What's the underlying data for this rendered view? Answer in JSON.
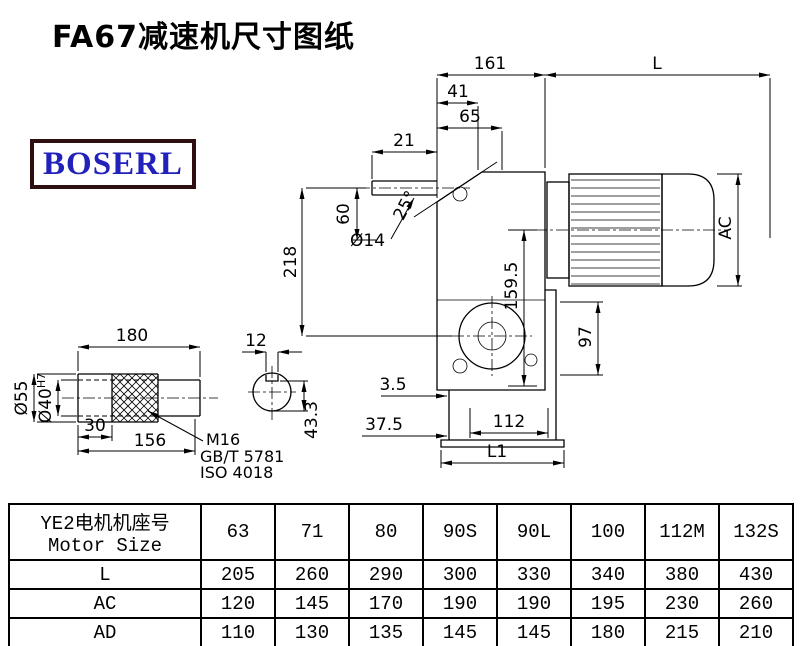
{
  "page": {
    "title": "FA67减速机尺寸图纸"
  },
  "logo": {
    "text": "BOSERL",
    "text_color": "#2222bb",
    "border_color": "#2e0e0e"
  },
  "drawing": {
    "dims": {
      "d161": "161",
      "dL": "L",
      "d41": "41",
      "d65": "65",
      "d21": "21",
      "d60": "60",
      "d14": "Ø14",
      "d218": "218",
      "angle": "25°",
      "d159_5": "159.5",
      "dAC": "AC",
      "d97": "97",
      "d3_5": "3.5",
      "d37_5": "37.5",
      "d112": "112",
      "dL1": "L1"
    },
    "shaft_detail": {
      "d180": "180",
      "d12": "12",
      "d55": "Ø55",
      "d40": "Ø40",
      "d40_tol": "H7",
      "d30": "30",
      "d156": "156",
      "d43_3": "43.3",
      "callout_thread": "M16",
      "callout_std1": "GB/T 5781",
      "callout_std2": "ISO 4018"
    }
  },
  "table": {
    "header_line1": "YE2电机机座号",
    "header_line2": "Motor Size",
    "sizes": [
      "63",
      "71",
      "80",
      "90S",
      "90L",
      "100",
      "112M",
      "132S"
    ],
    "rows": [
      {
        "label": "L",
        "values": [
          "205",
          "260",
          "290",
          "300",
          "330",
          "340",
          "380",
          "430"
        ]
      },
      {
        "label": "AC",
        "values": [
          "120",
          "145",
          "170",
          "190",
          "190",
          "195",
          "230",
          "260"
        ]
      },
      {
        "label": "AD",
        "values": [
          "110",
          "130",
          "135",
          "145",
          "145",
          "180",
          "215",
          "210"
        ]
      }
    ]
  }
}
